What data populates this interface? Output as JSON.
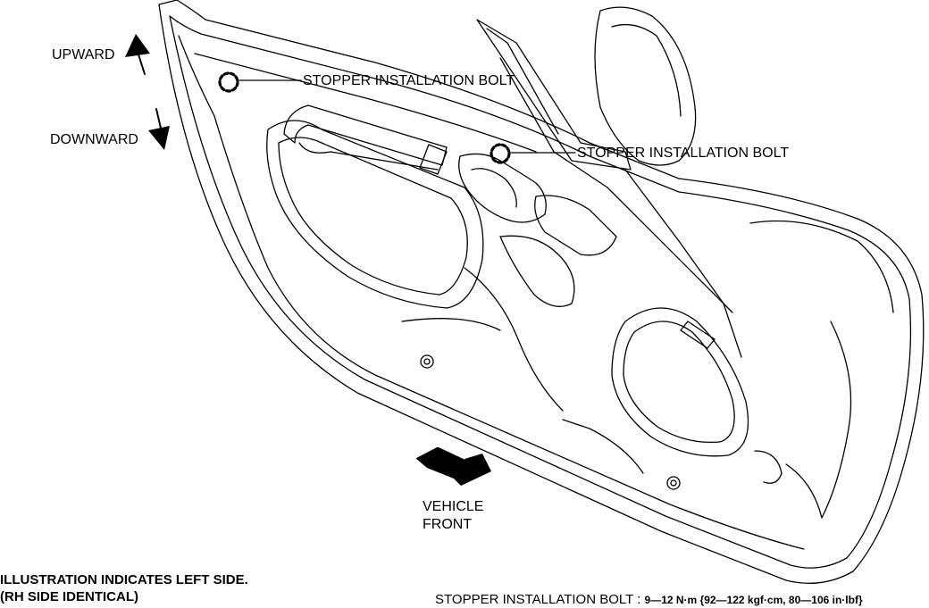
{
  "labels": {
    "upward": "UPWARD",
    "downward": "DOWNWARD",
    "bolt_upper": "STOPPER INSTALLATION BOLT",
    "bolt_lower": "STOPPER INSTALLATION BOLT",
    "vehicle_front_line1": "VEHICLE",
    "vehicle_front_line2": "FRONT"
  },
  "notes": {
    "line1": "ILLUSTRATION INDICATES LEFT SIDE.",
    "line2": "(RH SIDE IDENTICAL)"
  },
  "torque": {
    "label": "STOPPER INSTALLATION BOLT : ",
    "value": "9—12 N·m {92—122 kgf·cm, 80—106 in·lbf}"
  },
  "colors": {
    "line": "#000000",
    "background": "#ffffff"
  }
}
